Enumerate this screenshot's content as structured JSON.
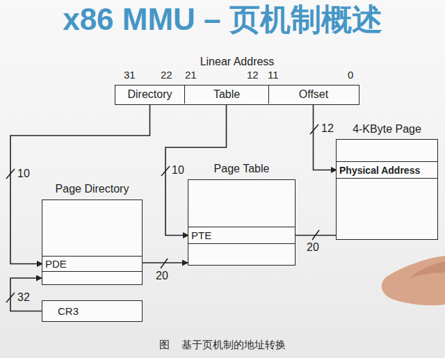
{
  "diagram": {
    "title": "x86 MMU – 页机制概述",
    "caption": "图 基于页机制的地址转换",
    "nodes": [
      {
        "text": [
          "Linear Address"
        ]
      },
      {
        "text": [
          "Directory"
        ],
        "in": 0
      },
      {
        "text": [
          "Table"
        ],
        "in": 0
      },
      {
        "text": [
          "Offset"
        ],
        "in": 0
      },
      {
        "text": [
          "4-KByte Page"
        ]
      },
      {
        "text": [
          "Physical Address"
        ],
        "in": 4
      },
      {
        "text": [
          "Page Table"
        ]
      },
      {
        "text": [
          "PTE"
        ],
        "in": 6
      },
      {
        "text": [
          "Page Directory"
        ]
      },
      {
        "text": [
          "PDE"
        ],
        "in": 8
      },
      {
        "text": [
          "CR3"
        ]
      }
    ],
    "edges": [
      {
        "from": 1,
        "to": 9,
        "arrow": "to",
        "label": "10"
      },
      {
        "from": 2,
        "to": 7,
        "arrow": "to",
        "label": "10"
      },
      {
        "from": 3,
        "to": 5,
        "arrow": "to",
        "label": "12"
      },
      {
        "from": 9,
        "to": 6,
        "arrow": "to",
        "label": "20"
      },
      {
        "from": 7,
        "to": 4,
        "arrow": "none",
        "label": "20"
      },
      {
        "from": 10,
        "to": 8,
        "arrow": "to",
        "label": "32"
      }
    ],
    "labels": [
      "31",
      "22",
      "21",
      "12",
      "11",
      "0"
    ]
  }
}
